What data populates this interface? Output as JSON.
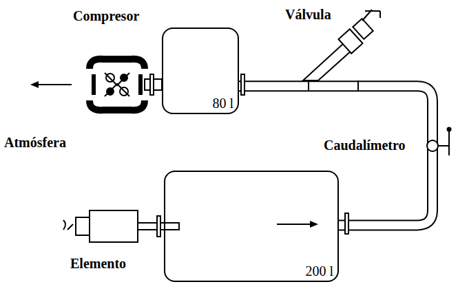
{
  "diagram": {
    "nodes": [
      {
        "text": [
          "80 l"
        ]
      },
      {
        "text": [
          "200 l"
        ]
      }
    ],
    "edges": [
      {
        "from": 1,
        "to": 0,
        "arrow": "none"
      }
    ],
    "labels": [
      "Compresor",
      "Válvula",
      "Atmósfera",
      "Caudalímetro",
      "Elemento"
    ]
  }
}
